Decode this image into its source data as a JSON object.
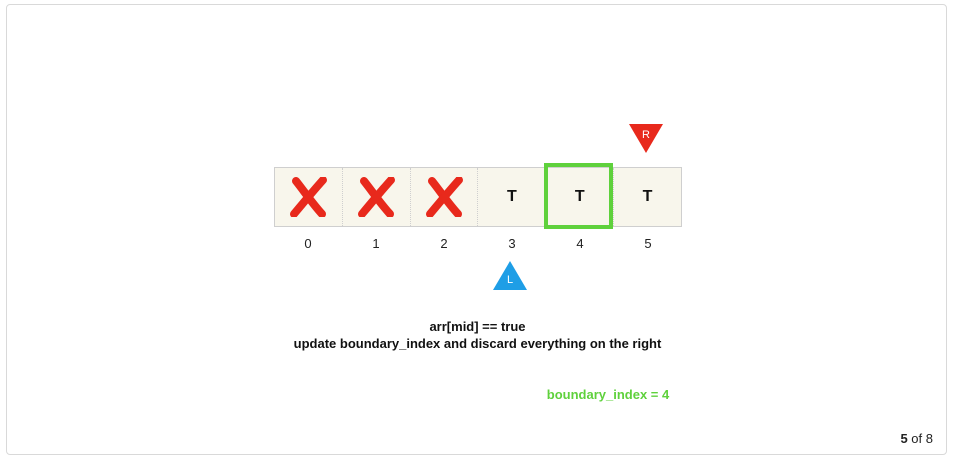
{
  "array": {
    "cells": [
      {
        "type": "cross",
        "label": ""
      },
      {
        "type": "cross",
        "label": ""
      },
      {
        "type": "cross",
        "label": ""
      },
      {
        "type": "text",
        "label": "T"
      },
      {
        "type": "text",
        "label": "T"
      },
      {
        "type": "text",
        "label": "T"
      }
    ],
    "indices": [
      "0",
      "1",
      "2",
      "3",
      "4",
      "5"
    ],
    "highlight_index": 4
  },
  "pointers": {
    "right": {
      "label": "R",
      "color": "#e8291c"
    },
    "left": {
      "label": "L",
      "color": "#1e9ee6"
    }
  },
  "caption": {
    "line1": "arr[mid] == true",
    "line2": "update boundary_index and discard everything on the right"
  },
  "boundary_text": "boundary_index = 4",
  "colors": {
    "highlight": "#5fd13c",
    "cross": "#e8291c"
  },
  "pager": {
    "current": "5",
    "separator": "of",
    "total": "8"
  }
}
